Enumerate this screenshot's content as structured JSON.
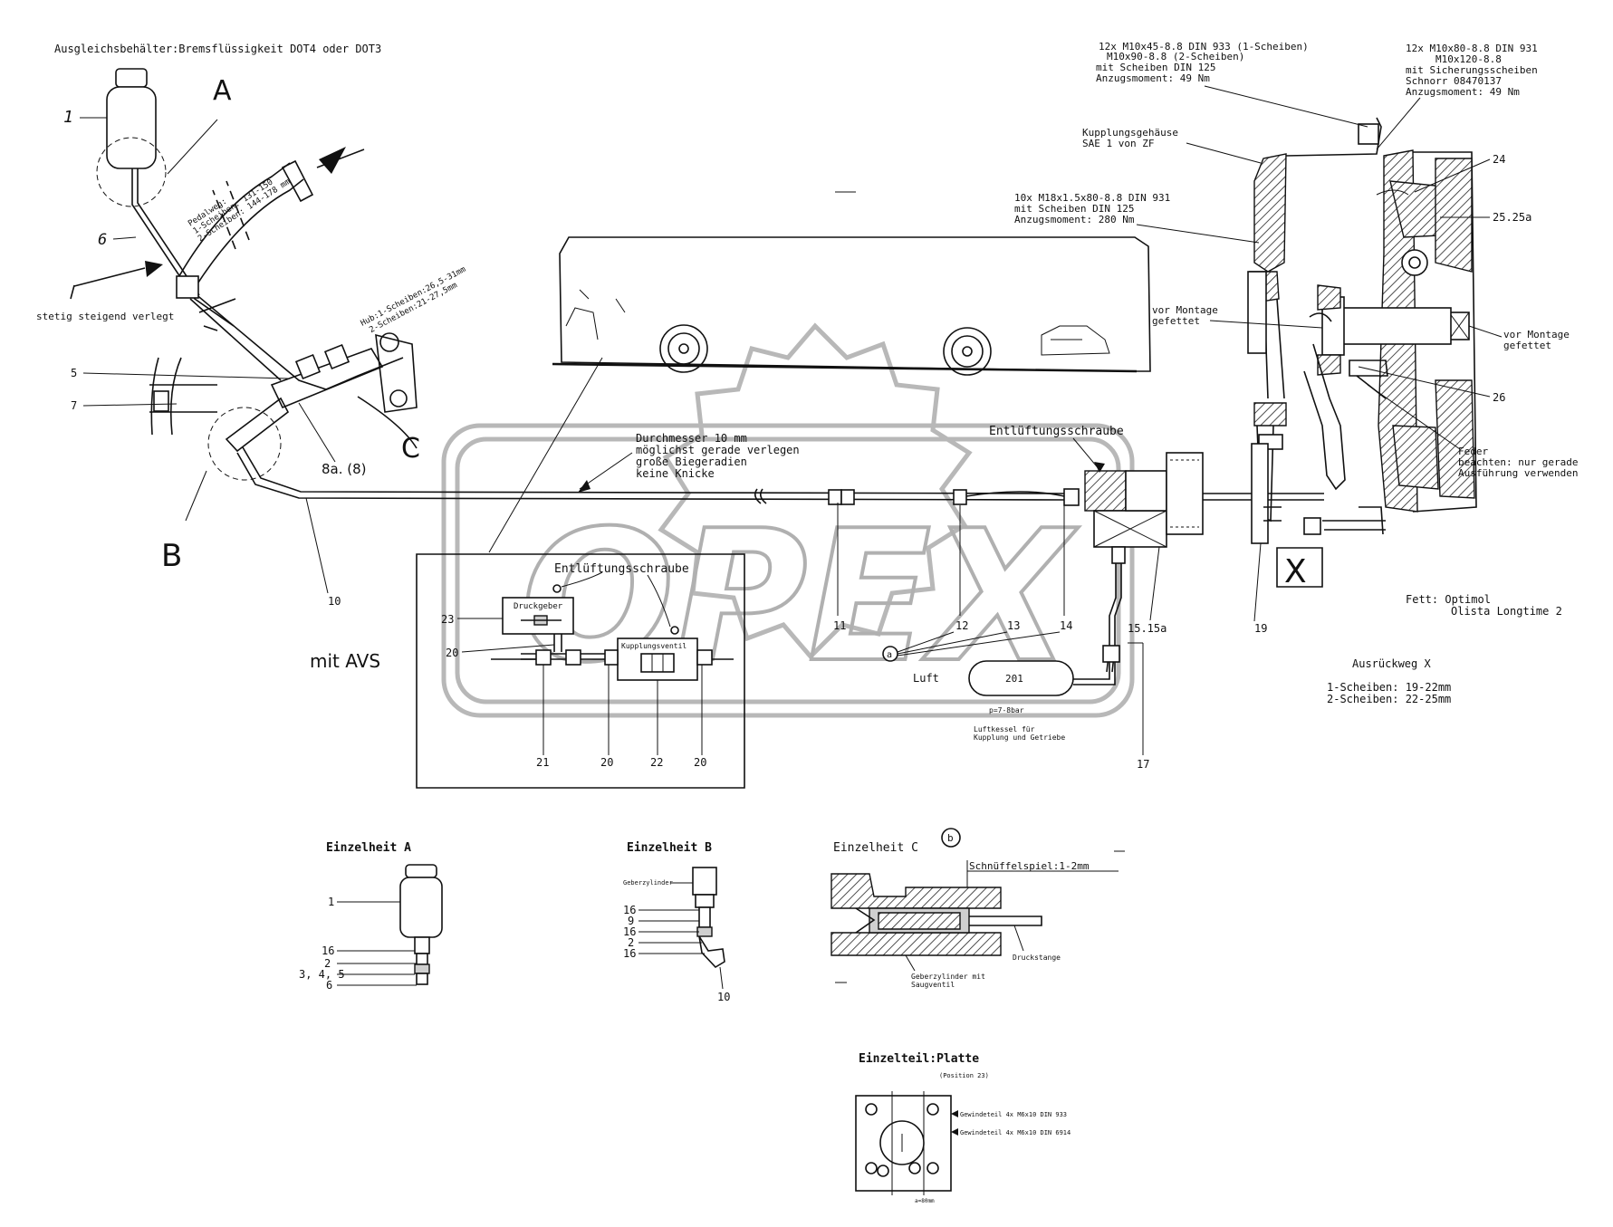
{
  "header": {
    "reservoir_note": "Ausgleichsbehälter:Bremsflüssigkeit DOT4 oder DOT3"
  },
  "letters": {
    "a": "A",
    "b": "B",
    "c": "C",
    "x": "X"
  },
  "pedal": {
    "routing_note": "stetig steigend verlegt",
    "travel_lines": [
      "Pedalweg:",
      "1-Scheiben: 131-150",
      "2-Scheiben: 144-178 mm"
    ],
    "stroke_lines": [
      "Hub:1-Scheiben:26,5-31mm",
      "2-Scheiben:21-27,5mm"
    ]
  },
  "bolts": {
    "top_left_lines": [
      "12x M10x45-8.8 DIN 933 (1-Scheiben)",
      "M10x90-8.8       (2-Scheiben)",
      "mit Scheiben DIN 125",
      "Anzugsmoment: 49 Nm"
    ],
    "top_right_lines": [
      "12x M10x80-8.8  DIN 931",
      "M10x120-8.8",
      "mit Sicherungsscheiben",
      "Schnorr 08470137",
      "Anzugsmoment: 49 Nm"
    ],
    "housing_lines": [
      "Kupplungsgehäuse",
      "SAE 1 von ZF"
    ],
    "mid_lines": [
      "10x M18x1.5x80-8.8 DIN 931",
      "mit Scheiben DIN 125",
      "Anzugsmoment: 280 Nm"
    ]
  },
  "assembly": {
    "grease_left_lines": [
      "vor Montage",
      "gefettet"
    ],
    "grease_right_lines": [
      "vor Montage",
      "gefettet"
    ],
    "spring_lines": [
      "Feder",
      "beachten: nur gerade",
      "Ausführung verwenden"
    ],
    "fett_lines": [
      "Fett: Optimol",
      "Olista Longtime 2"
    ],
    "ausrueck_title": "Ausrückweg X",
    "ausrueck_lines": [
      "1-Scheiben: 19-22mm",
      "2-Scheiben: 22-25mm"
    ]
  },
  "line_note": [
    "Durchmesser 10 mm",
    "möglichst gerade verlegen",
    "große Biegeradien",
    "keine Knicke"
  ],
  "bleed_screw": "Entlüftungsschraube",
  "avs": {
    "label": "mit AVS",
    "bleed_screw": "Entlüftungsschraube",
    "pressure_switch": "Druckgeber",
    "clutch_valve": "Kupplungsventil"
  },
  "air": {
    "label": "Luft",
    "tank": "201",
    "pressure": "p=7-8bar",
    "tank_lines": [
      "Luftkessel für",
      "Kupplung und Getriebe"
    ]
  },
  "callouts": {
    "c1": "1",
    "c6": "6",
    "c5": "5",
    "c7": "7",
    "c8a": "8a. (8)",
    "c10": "10",
    "c24": "24",
    "c25": "25.25a",
    "c26": "26",
    "c11": "11",
    "c12": "12",
    "c13": "13",
    "c14": "14",
    "c1515a": "15.15a",
    "c19": "19",
    "c17": "17",
    "c23": "23",
    "c20a": "20",
    "c21": "21",
    "c20b": "20",
    "c22": "22",
    "c20c": "20",
    "circle_a": "a",
    "circle_b": "b"
  },
  "detail_a": {
    "title": "Einzelheit A",
    "labels": [
      "1",
      "16",
      "2",
      "3, 4, 5",
      "6"
    ]
  },
  "detail_b": {
    "title": "Einzelheit B",
    "top_label": "Geberzylinder",
    "labels": [
      "16",
      "9",
      "16",
      "2",
      "16"
    ],
    "bottom_label": "10"
  },
  "detail_c": {
    "title": "Einzelheit C",
    "snift": "Schnüffelspiel:1-2mm",
    "push_rod": "Druckstange",
    "cylinder_lines": [
      "Geberzylinder mit",
      "Saugventil"
    ]
  },
  "plate": {
    "title": "Einzelteil:Platte",
    "position": "(Position 23)",
    "bolt1": "Gewindeteil 4x M6x10 DIN 933",
    "bolt2": "Gewindeteil 4x M6x10 DIN 6914",
    "dim": "a=80mm"
  },
  "watermark": "OPEX"
}
